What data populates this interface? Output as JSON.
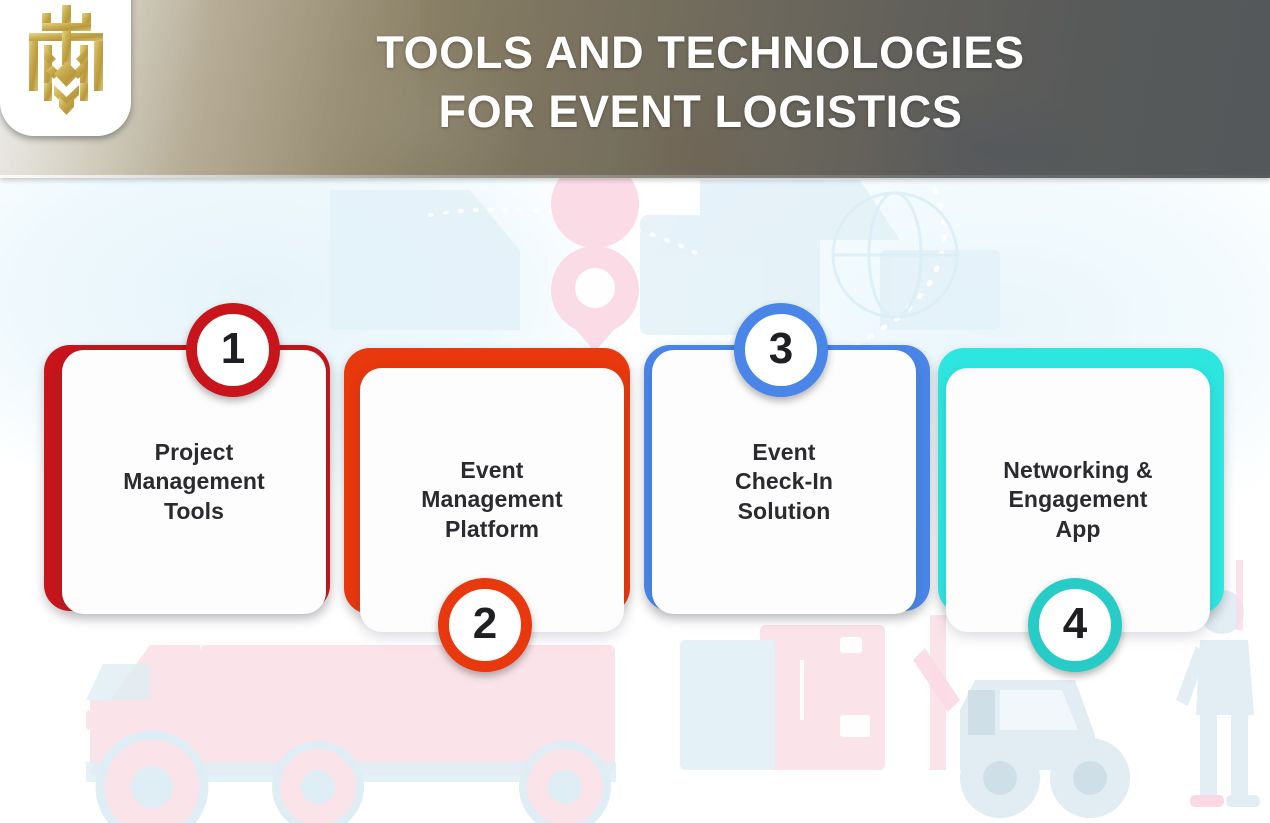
{
  "header": {
    "title_line1": "TOOLS AND TECHNOLOGIES",
    "title_line2": "FOR EVENT LOGISTICS",
    "logo_icon": "gold-crest-emblem-icon",
    "band_gradient_from": "#d9d7cf",
    "band_gradient_to": "#54585a",
    "title_color": "#ffffff"
  },
  "cards": [
    {
      "number": "1",
      "label": "Project\nManagement\nTools",
      "label_line1": "Project",
      "label_line2": "Management",
      "label_line3": "Tools",
      "accent_color": "#c8151b",
      "badge_ring_color": "#c8151b",
      "badge_position": "top",
      "accent_offset": "down-left"
    },
    {
      "number": "2",
      "label": "Event\nManagement\nPlatform",
      "label_line1": "Event",
      "label_line2": "Management",
      "label_line3": "Platform",
      "accent_color": "#e8380d",
      "badge_ring_color": "#e8380d",
      "badge_position": "bottom",
      "accent_offset": "up-left"
    },
    {
      "number": "3",
      "label": "Event\nCheck-In\nSolution",
      "label_line1": "Event",
      "label_line2": "Check-In",
      "label_line3": "Solution",
      "accent_color": "#4a86e8",
      "badge_ring_color": "#4a86e8",
      "badge_position": "top",
      "accent_offset": "down-right"
    },
    {
      "number": "4",
      "label": "Networking  &\nEngagement\nApp",
      "label_line1": "Networking  &",
      "label_line2": "Engagement",
      "label_line3": "App",
      "accent_color": "#2ee6e0",
      "badge_ring_color": "#27ccc6",
      "badge_position": "bottom",
      "accent_offset": "up-right"
    }
  ],
  "background": {
    "watermarks": [
      "delivery-truck",
      "forklift",
      "cargo-boxes",
      "worker-person",
      "map-pin",
      "dashed-route-line",
      "globe-arc"
    ],
    "page_color": "#ffffff",
    "wash_color": "#eaf6fb",
    "truck_color": "#fbe3ea",
    "pin_color": "#fbd9e2"
  }
}
